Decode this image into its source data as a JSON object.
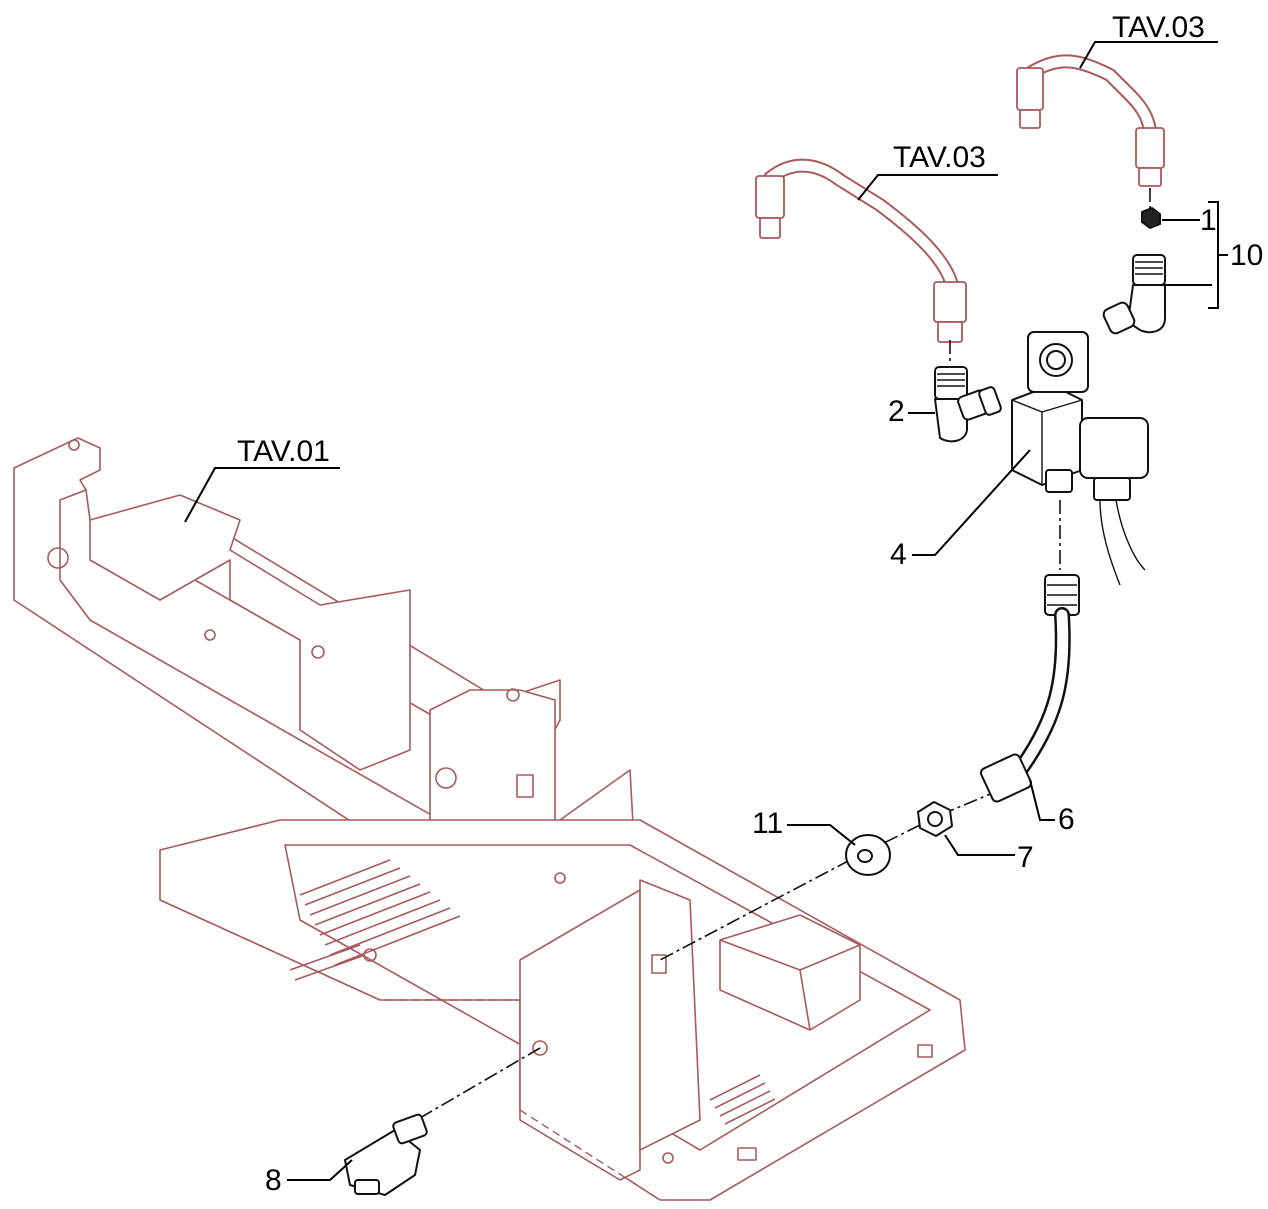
{
  "labels": {
    "tav01": "TAV.01",
    "tav03_top": "TAV.03",
    "tav03_mid": "TAV.03",
    "p1": "1",
    "p2": "2",
    "p4": "4",
    "p6": "6",
    "p7": "7",
    "p8": "8",
    "p10": "10",
    "p11": "11"
  },
  "colors": {
    "frame": "#a85a5a",
    "parts": "#111111",
    "background": "#ffffff"
  }
}
